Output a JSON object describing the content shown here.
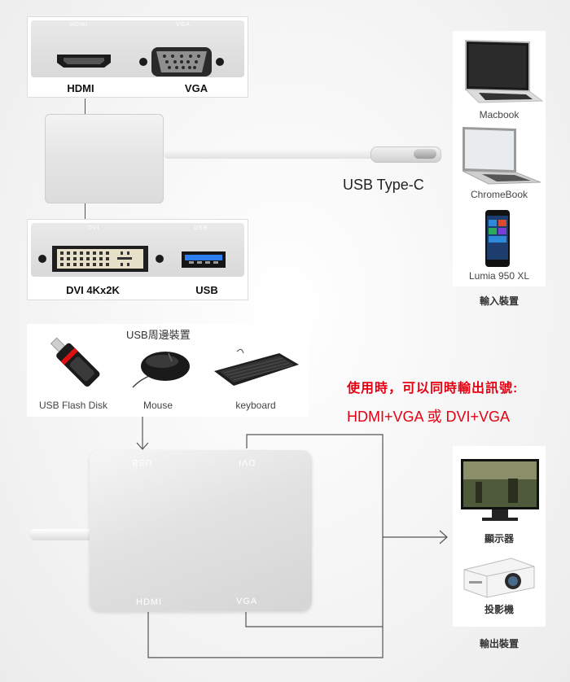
{
  "top_ports": {
    "strip_text_left": "HDMI",
    "strip_text_right": "VGA",
    "label_left": "HDMI",
    "label_right": "VGA"
  },
  "bottom_ports": {
    "strip_text_left": "DVI",
    "strip_text_right": "USB",
    "label_left": "DVI 4Kx2K",
    "label_right": "USB"
  },
  "cable_label": "USB Type-C",
  "input_devices": {
    "items": [
      {
        "label": "Macbook",
        "icon": "laptop-macbook-icon"
      },
      {
        "label": "ChromeBook",
        "icon": "laptop-chromebook-icon"
      },
      {
        "label": "Lumia 950 XL",
        "icon": "phone-icon"
      }
    ],
    "caption": "輸入裝置"
  },
  "usb_peripherals": {
    "title": "USB周邊裝置",
    "items": [
      {
        "label": "USB Flash Disk",
        "icon": "usb-flash-disk-icon"
      },
      {
        "label": "Mouse",
        "icon": "mouse-icon"
      },
      {
        "label": "keyboard",
        "icon": "keyboard-icon"
      }
    ]
  },
  "notice": {
    "line1": "使用時，可以同時輸出訊號:",
    "line2": "HDMI+VGA 或 DVI+VGA",
    "color": "#e60012"
  },
  "hub_big": {
    "port_usb": "USB",
    "port_dvi": "DVI",
    "port_hdmi": "HDMI",
    "port_vga": "VGA"
  },
  "output_devices": {
    "items": [
      {
        "label": "顯示器",
        "icon": "monitor-icon"
      },
      {
        "label": "投影機",
        "icon": "projector-icon"
      }
    ],
    "caption": "輸出裝置"
  }
}
